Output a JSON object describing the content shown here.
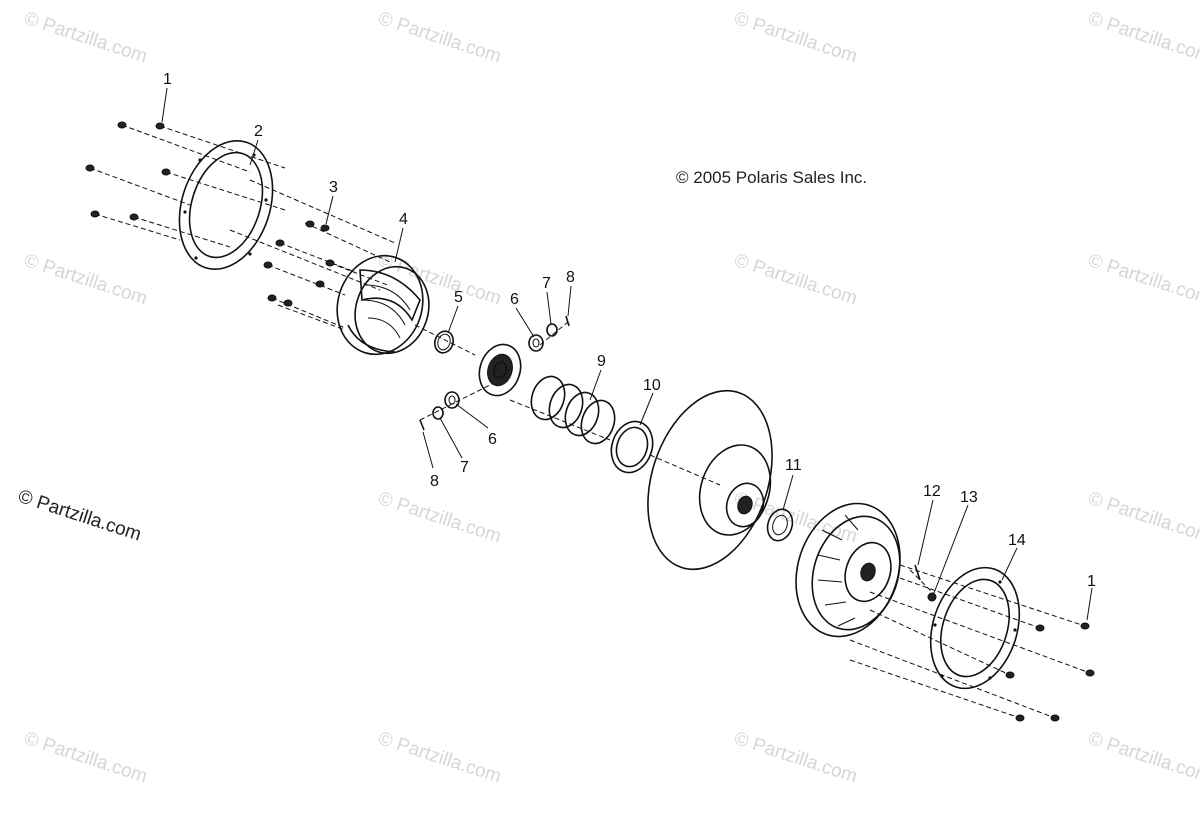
{
  "copyright": "© 2005 Polaris Sales Inc.",
  "watermark": "© Partzilla.com",
  "watermark_main": "© Partzilla.com",
  "callouts": [
    {
      "id": "c1a",
      "text": "1"
    },
    {
      "id": "c2",
      "text": "2"
    },
    {
      "id": "c3",
      "text": "3"
    },
    {
      "id": "c4",
      "text": "4"
    },
    {
      "id": "c5",
      "text": "5"
    },
    {
      "id": "c6a",
      "text": "6"
    },
    {
      "id": "c7a",
      "text": "7"
    },
    {
      "id": "c8a",
      "text": "8"
    },
    {
      "id": "c9",
      "text": "9"
    },
    {
      "id": "c10",
      "text": "10"
    },
    {
      "id": "c6b",
      "text": "6"
    },
    {
      "id": "c7b",
      "text": "7"
    },
    {
      "id": "c8b",
      "text": "8"
    },
    {
      "id": "c11",
      "text": "11"
    },
    {
      "id": "c12",
      "text": "12"
    },
    {
      "id": "c13",
      "text": "13"
    },
    {
      "id": "c14",
      "text": "14"
    },
    {
      "id": "c1b",
      "text": "1"
    }
  ]
}
